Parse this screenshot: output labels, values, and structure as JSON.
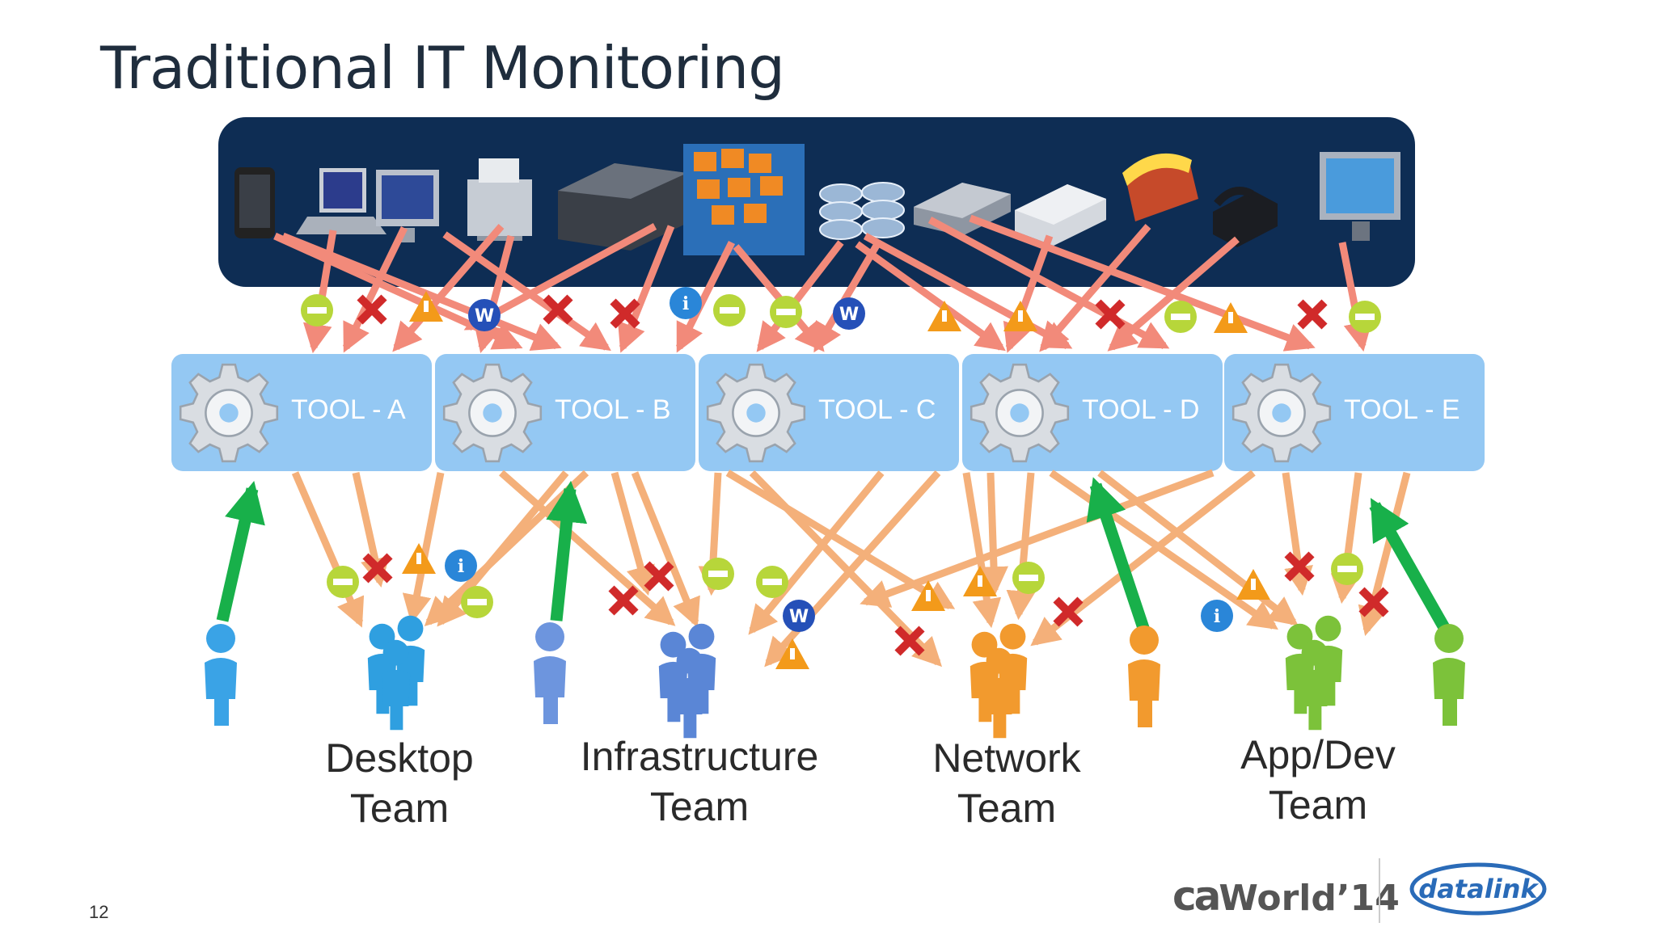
{
  "title": "Traditional IT Monitoring",
  "page_number": "12",
  "tools": [
    {
      "label": "TOOL - A"
    },
    {
      "label": "TOOL - B"
    },
    {
      "label": "TOOL - C"
    },
    {
      "label": "TOOL - D"
    },
    {
      "label": "TOOL - E"
    }
  ],
  "teams": [
    {
      "line1": "Desktop",
      "line2": "Team",
      "color": "#2f9fe0"
    },
    {
      "line1": "Infrastructure",
      "line2": "Team",
      "color": "#5a86d6"
    },
    {
      "line1": "Network",
      "line2": "Team",
      "color": "#f29a2e"
    },
    {
      "line1": "App/Dev",
      "line2": "Team",
      "color": "#7cc23a"
    }
  ],
  "devices": [
    "mobile-phone-icon",
    "laptop-icon",
    "desktop-computer-icon",
    "printer-icon",
    "server-icon",
    "virtual-server-cluster-icon",
    "database-icon",
    "network-appliance-icon",
    "network-switch-icon",
    "firewall-icon",
    "ip-phone-icon",
    "monitor-display-icon"
  ],
  "logos": {
    "ca_prefix": "ca",
    "ca_text": "World",
    "ca_year": "’14",
    "datalink": "datalink"
  },
  "colors": {
    "device_arrow": "#f28a7a",
    "team_arrow": "#f4b07a",
    "user_arrow": "#18b04a",
    "panel": "#0e2d54",
    "tool": "#94c8f3"
  }
}
